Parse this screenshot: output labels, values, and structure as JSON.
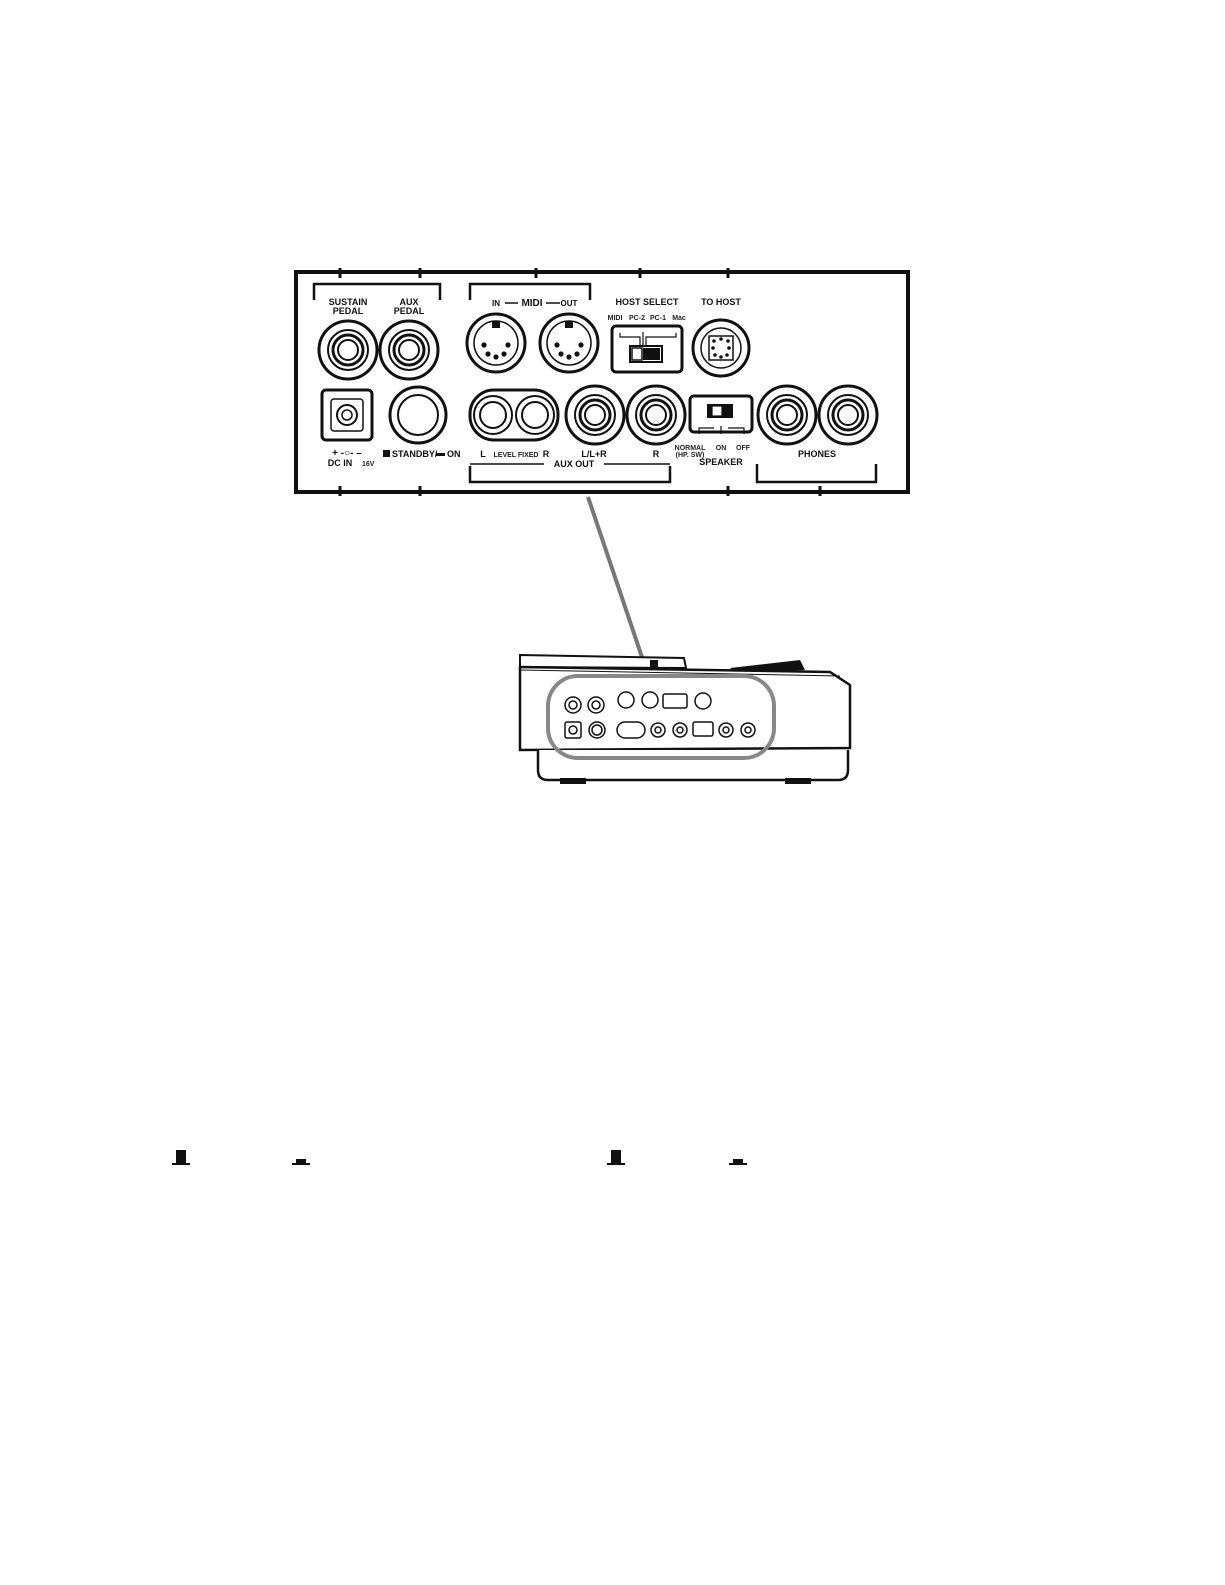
{
  "panel": {
    "sustain_pedal": [
      "SUSTAIN",
      "PEDAL"
    ],
    "aux_pedal": [
      "AUX",
      "PEDAL"
    ],
    "midi": {
      "in": "IN",
      "title": "MIDI",
      "out": "OUT"
    },
    "host_select": {
      "title": "HOST SELECT",
      "positions": [
        "MIDI",
        "PC-2",
        "PC-1",
        "Mac"
      ]
    },
    "to_host": "TO HOST",
    "dc_in": {
      "polarity": "+ -○- –",
      "label": "DC IN",
      "voltage": "16V"
    },
    "standby_on": "STANDBY/",
    "standby_on_suffix": "ON",
    "aux_out": {
      "title": "AUX OUT",
      "l": "L",
      "level_fixed": "LEVEL  FIXED",
      "r_pair": "R",
      "l_lr": "L/L+R",
      "r": "R"
    },
    "speaker": {
      "title": "SPEAKER",
      "normal": "NORMAL",
      "hp_sw": "(HP. SW)",
      "on": "ON",
      "off": "OFF"
    },
    "phones": "PHONES"
  },
  "icons": [
    "standby-pressed-icon",
    "on-released-icon"
  ]
}
